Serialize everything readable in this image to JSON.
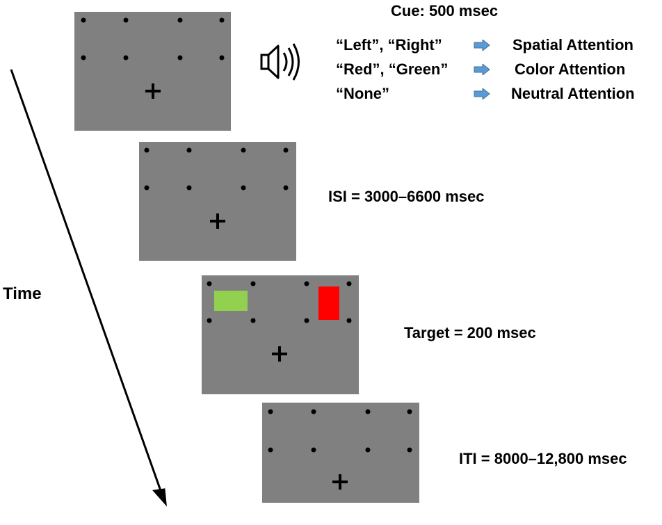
{
  "cue": {
    "title": "Cue: 500 msec",
    "rows": [
      {
        "cue": "“Left”, “Right”",
        "condition": "Spatial Attention"
      },
      {
        "cue": "“Red”, “Green”",
        "condition": "Color Attention"
      },
      {
        "cue": "“None”",
        "condition": "Neutral Attention"
      }
    ]
  },
  "isi_label": "ISI = 3000–6600 msec",
  "target_label": "Target = 200 msec",
  "iti_label": "ITI = 8000–12,800 msec",
  "time_label": "Time",
  "colors": {
    "screen": "#808080",
    "green_target": "#92d050",
    "red_target": "#ff0000",
    "cue_arrow": "#5b9bd5"
  },
  "icons": [
    "speaker-icon",
    "fixation-cross-icon",
    "right-arrow-icon"
  ]
}
